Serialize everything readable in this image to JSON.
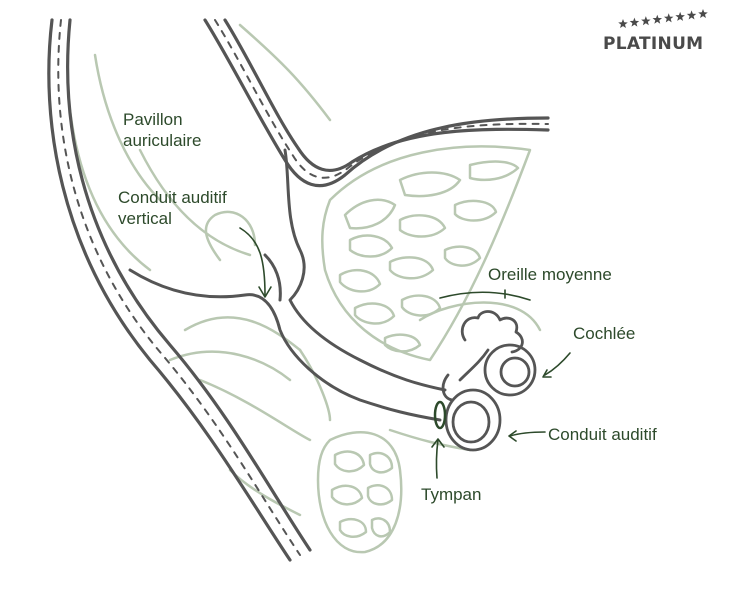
{
  "brand": {
    "name": "PLATINUM",
    "star_count": 8
  },
  "labels": {
    "pinna": [
      "Pavillon",
      "auriculaire"
    ],
    "vertical_canal": [
      "Conduit auditif",
      "vertical"
    ],
    "middle_ear": "Oreille moyenne",
    "cochlea": "Cochlée",
    "ear_canal": "Conduit auditif",
    "eardrum": "Tympan"
  },
  "colors": {
    "label_green": "#2d4a2b",
    "light_green": "#b9c8b2",
    "outline_gray": "#555555",
    "brand_gray": "#4a4a4a"
  }
}
